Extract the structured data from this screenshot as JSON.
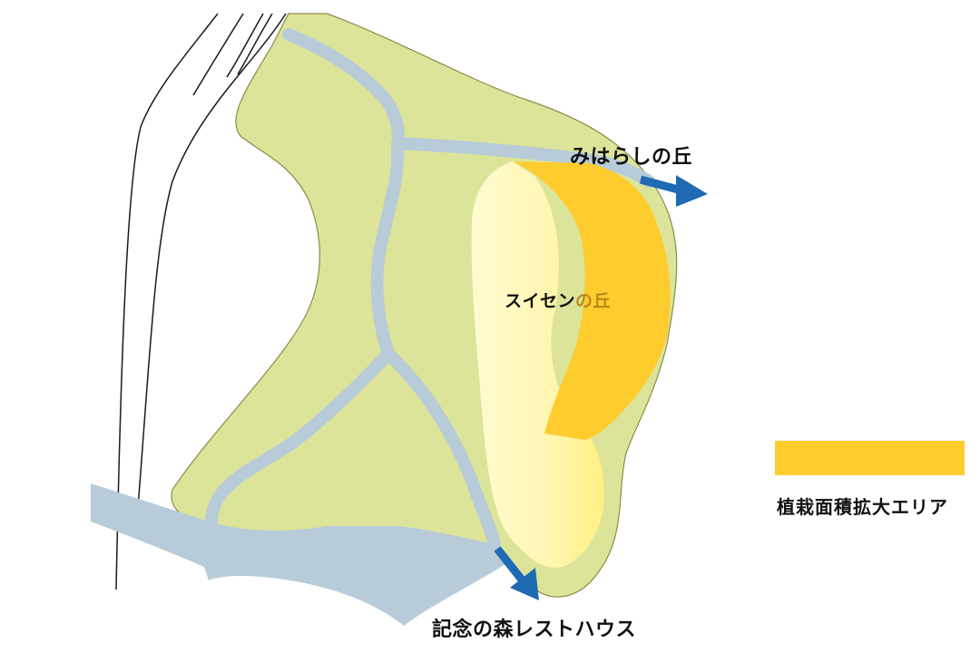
{
  "map": {
    "colors": {
      "park_area": "#dce49a",
      "park_outline": "#8f8a4a",
      "path": "#b8cbd8",
      "hill_light": "#fff6b0",
      "expansion_area": "#ffcc2e",
      "arrow": "#1f6bb3",
      "road_line": "#1a1a1a",
      "background": "#ffffff"
    },
    "labels": {
      "miharashi_hill": "みはらしの丘",
      "suisen_hill_main": "スイセン",
      "suisen_hill_suffix": "の丘",
      "rest_house": "記念の森レストハウス"
    },
    "arrows": [
      {
        "name": "to-miharashi-hill",
        "direction": "east"
      },
      {
        "name": "to-rest-house",
        "direction": "south-east"
      }
    ]
  },
  "legend": {
    "items": [
      {
        "label": "植栽面積拡大エリア",
        "color": "#ffcc2e"
      }
    ]
  }
}
